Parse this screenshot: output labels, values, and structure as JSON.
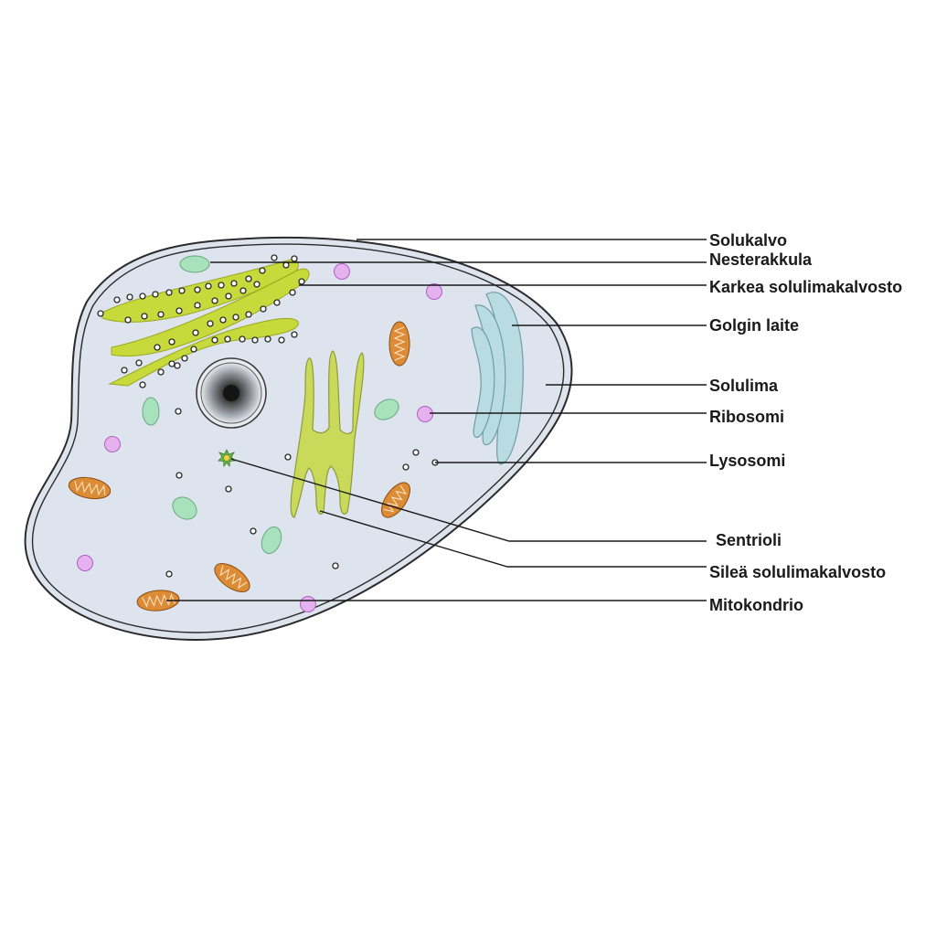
{
  "labels": {
    "solukalvo": "Solukalvo",
    "nesterakkula": "Nesterakkula",
    "karkea": "Karkea solulimakalvosto",
    "golgi": "Golgin laite",
    "solulima": "Solulima",
    "ribosomi": "Ribosomi",
    "lysosomi": "Lysosomi",
    "sentrioli": "Sentrioli",
    "silea": "Sileä solulimakalvosto",
    "mitokondrio": "Mitokondrio"
  },
  "colors": {
    "cytoplasm": "#dde4ee",
    "membrane": "#2b2b2b",
    "rough_er": "#c8d93c",
    "smooth_er": "#c9d95a",
    "golgi": "#b9dce2",
    "vacuole": "#a8e2bc",
    "lysosome": "#e6b1ef",
    "mitochondrion": "#dd8c36",
    "nucleus_dark": "#141414",
    "centriole": "#6bb34a"
  }
}
